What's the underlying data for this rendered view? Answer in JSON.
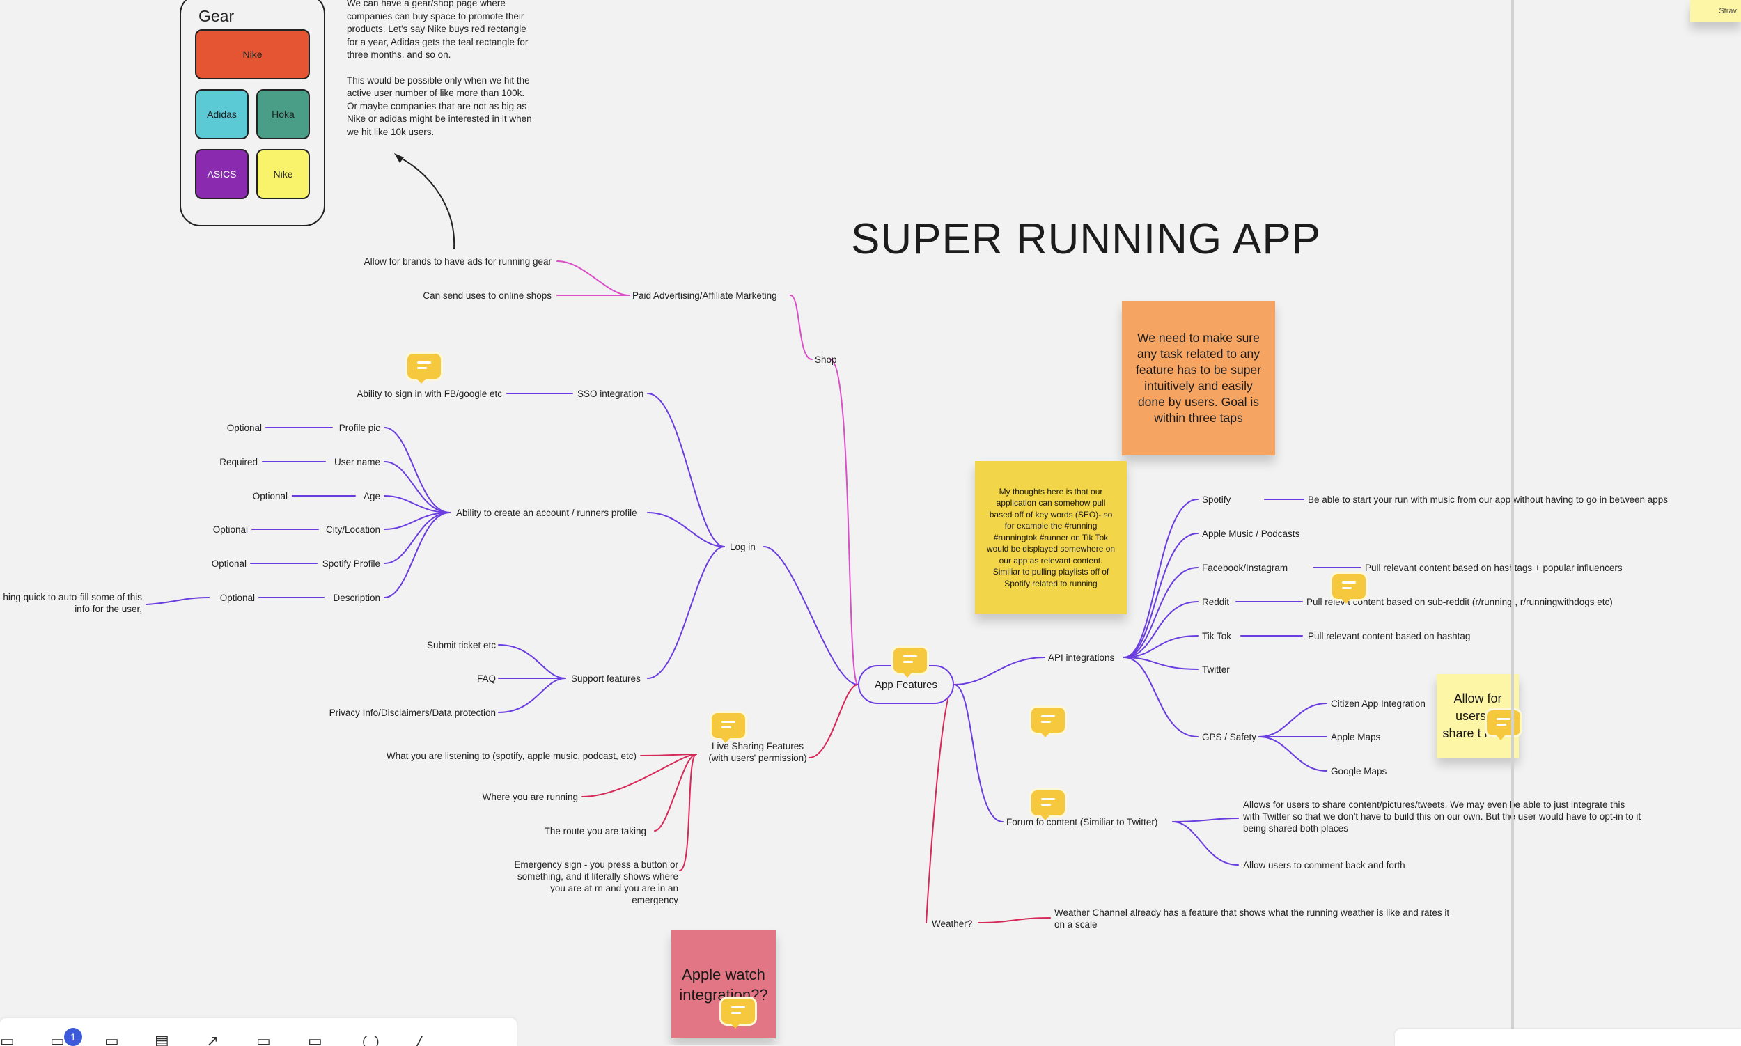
{
  "board": {
    "title": "SUPER RUNNING APP",
    "center": "App Features"
  },
  "gear": {
    "label": "Gear",
    "tiles": [
      "Nike",
      "Adidas",
      "Hoka",
      "ASICS",
      "Nike"
    ]
  },
  "gear_note": {
    "p1": "We can have a gear/shop page where companies can buy space to promote their products. Let's say Nike buys red rectangle for a year, Adidas gets the teal rectangle for three months, and so on.",
    "p2": "This would be possible only when we hit the active user number of like more than 100k. Or maybe companies that are not as big as Nike or adidas might be interested in it when we hit like 10k users."
  },
  "shop": {
    "label": "Shop",
    "paid": "Paid Advertising/Affiliate Marketing",
    "ads": "Allow for brands to have ads for running gear",
    "shops": "Can send uses to online shops"
  },
  "login": {
    "label": "Log in",
    "sso": "SSO integration",
    "sso_detail": "Ability to sign in with FB/google etc",
    "account": "Ability to create an account / runners profile",
    "fields": [
      {
        "name": "Profile pic",
        "req": "Optional"
      },
      {
        "name": "User name",
        "req": "Required"
      },
      {
        "name": "Age",
        "req": "Optional"
      },
      {
        "name": "City/Location",
        "req": "Optional"
      },
      {
        "name": "Spotify Profile",
        "req": "Optional"
      },
      {
        "name": "Description",
        "req": "Optional"
      }
    ],
    "description_note": "hing quick to auto-fill some of this info for the user,",
    "support": "Support features",
    "support_items": [
      "Submit ticket etc",
      "FAQ",
      "Privacy Info/Disclaimers/Data protection"
    ]
  },
  "live": {
    "label": "Live Sharing Features (with users' permission)",
    "items": [
      "What you are listening to (spotify, apple music, podcast, etc)",
      "Where you are running",
      "The route you are taking",
      "Emergency sign - you press a button or something, and it literally shows where you are at rn and you are in an emergency"
    ]
  },
  "api": {
    "label": "API integrations",
    "spotify": "Spotify",
    "spotify_detail": "Be able to start your run with music from our app without having to go in between apps",
    "apple_music": "Apple Music / Podcasts",
    "facebook": "Facebook/Instagram",
    "facebook_detail": "Pull relevant content based on hashtags + popular influencers",
    "reddit": "Reddit",
    "reddit_detail": "Pull relev  t content based on sub-reddit (r/running , r/runningwithdogs etc)",
    "tiktok": "Tik Tok",
    "tiktok_detail": "Pull relevant content based on hashtag",
    "twitter": "Twitter",
    "gps": "GPS / Safety",
    "gps_items": [
      "Citizen App Integration",
      "Apple Maps",
      "Google Maps"
    ]
  },
  "forum": {
    "label": "Forum fo  content (Similiar to Twitter)",
    "share": "Allows for users to share content/pictures/tweets. We may even be able to just integrate this with Twitter so that we don't have to build this on our own. But the user would have to opt-in to it being shared both places",
    "comment": "Allow users to comment back and forth"
  },
  "weather": {
    "label": "Weather?",
    "detail": "Weather Channel already has a feature that shows what the running weather is like and rates it on a scale"
  },
  "stickies": {
    "orange": "We need to make sure any task related to any feature has to be super intuitively and easily done by users. Goal is within three taps",
    "yellow": "My thoughts here is that our application can somehow pull based off of key words (SEO)- so for example the #running #runningtok #runner on Tik Tok would be displayed somewhere on our app as relevant content. Similiar to pulling playlists off of Spotify related to running",
    "light": "Allow for users to share t  route",
    "pink": "Apple watch integration??",
    "corner": "Strav"
  },
  "toolbar": {
    "badge": "1"
  },
  "colors": {
    "purple_edge": "#6a3de0",
    "pink_edge": "#d94fc8",
    "red_edge": "#d8285a",
    "background": "#f2f2f2"
  }
}
